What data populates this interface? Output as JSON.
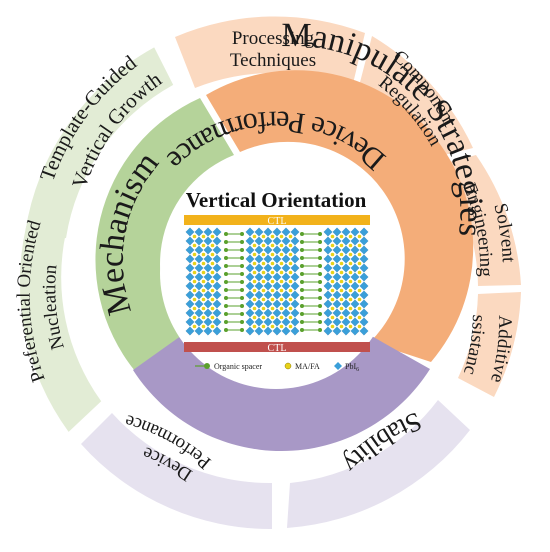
{
  "center": {
    "title": "Vertical Orientation",
    "top_layer": "CTL",
    "bottom_layer": "CTL",
    "legend": [
      {
        "label": "Organic spacer",
        "icon": "green-sphere-icon",
        "color": "#5aa02c"
      },
      {
        "label": "MA/FA",
        "icon": "yellow-sphere-icon",
        "color": "#e8d21a"
      },
      {
        "label": "PbI",
        "subscript": "6",
        "icon": "blue-octahedron-icon",
        "color": "#3a9fd9"
      }
    ]
  },
  "inner_ring": {
    "mechanism": "Mechanism",
    "manipulate": "Manipulate Strategies",
    "device": "Device Performance"
  },
  "outer_ring": {
    "processing_line1": "Processing",
    "processing_line2": "Techniques",
    "component_line1": "Component",
    "component_line2": "Regulation",
    "solvent_line1": "Solvent",
    "solvent_line2": "Engineering",
    "additive_line1": "Additive",
    "additive_line2": "Assistance",
    "stability": "Stability",
    "device_perf_line1": "Device",
    "device_perf_line2": "Performance",
    "nucleation_line1": "Preferential Oriented",
    "nucleation_line2": "Nucleation",
    "template_line1": "Template-Guided",
    "template_line2": "Vertical Growth"
  },
  "colors": {
    "green_outer": "#e2ecd5",
    "green_inner": "#b5d39a",
    "orange_outer": "#fbd9c0",
    "orange_inner": "#f4ad79",
    "purple_outer": "#e6e2ef",
    "purple_inner": "#a898c6",
    "ctl_top": "#f2b21b",
    "ctl_bottom": "#c0504d",
    "octahedron": "#3a9fd9",
    "cation": "#e8d21a",
    "spacer": "#5aa02c"
  }
}
